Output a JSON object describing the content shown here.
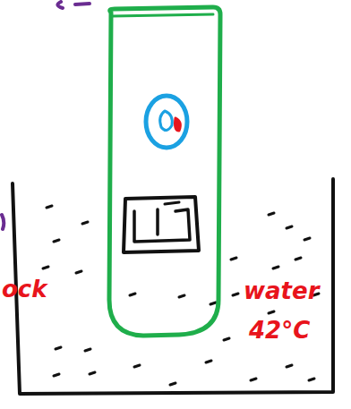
{
  "diagram": {
    "labels": [
      "ock",
      "water",
      "42°C"
    ]
  }
}
